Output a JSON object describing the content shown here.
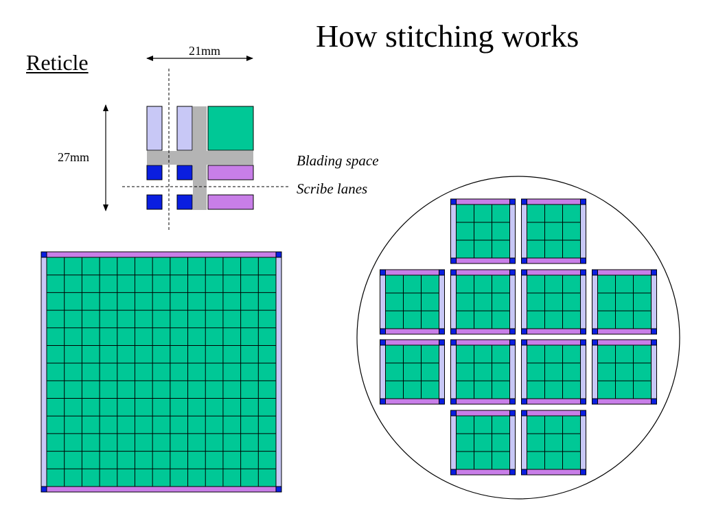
{
  "slide": {
    "title": "How stitching works",
    "reticle_label": "Reticle"
  },
  "reticle": {
    "width_label": "21mm",
    "height_label": "27mm",
    "blading_label": "Blading space",
    "scribe_label": "Scribe lanes"
  },
  "stitched_sensor": {
    "tile_cols": 13,
    "tile_rows": 13
  },
  "wafer": {
    "die_rows": [
      2,
      4,
      4,
      2
    ],
    "tiles_per_die": [
      3,
      3
    ]
  },
  "colors": {
    "pixel_array": "#00c896",
    "end_cap": "#c87ee8",
    "side_periphery": "#c8c8f6",
    "corner": "#0a1ee0",
    "blading_space": "#b4b4b4",
    "outline": "#000000"
  }
}
